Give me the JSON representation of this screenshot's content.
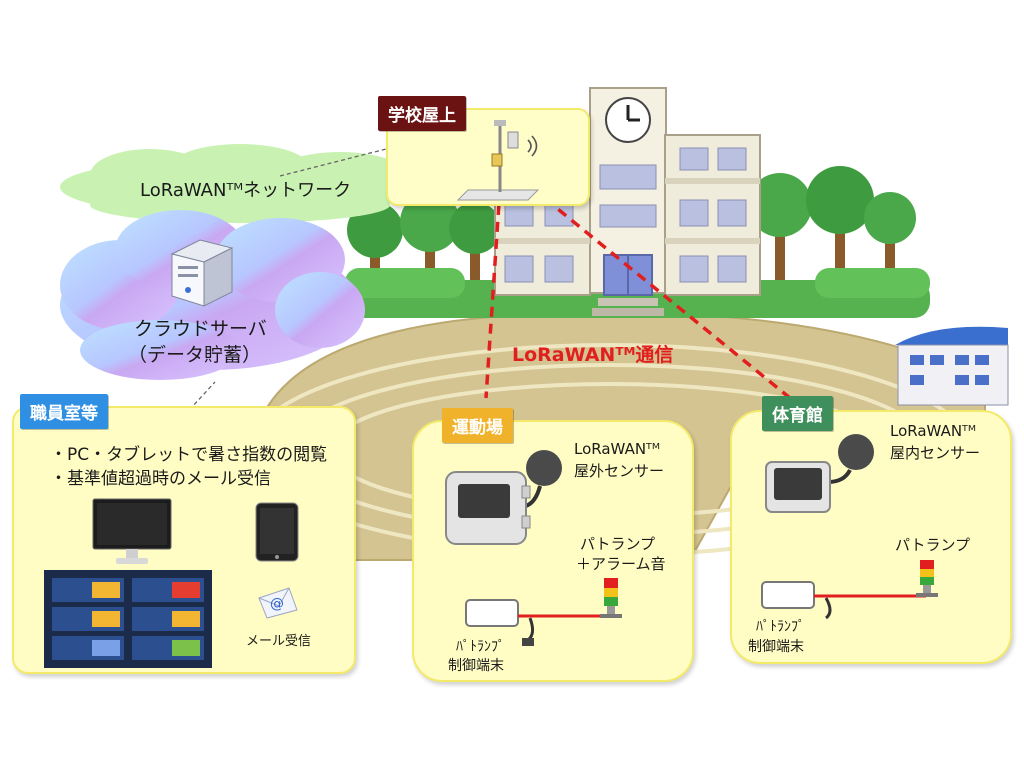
{
  "labels": {
    "rooftop": "学校屋上",
    "network": "LoRaWANᵀᴹネットワーク",
    "cloud_line1": "クラウドサーバ",
    "cloud_line2": "（データ貯蓄）",
    "comm": "LoRaWANᵀᴹ通信",
    "office": "職員室等",
    "office_bullet1": "・PC・タブレットで暑さ指数の閲覧",
    "office_bullet2": "・基準値超過時のメール受信",
    "mail": "メール受信",
    "field": "運動場",
    "field_sensor1": "LoRaWANᵀᴹ",
    "field_sensor2": "屋外センサー",
    "field_lamp1": "パトランプ",
    "field_lamp2": "＋アラーム音",
    "field_ctrl1": "ﾊﾟﾄﾗﾝﾌﾟ",
    "field_ctrl2": "制御端末",
    "gym": "体育館",
    "gym_sensor1": "LoRaWANᵀᴹ",
    "gym_sensor2": "屋内センサー",
    "gym_lamp": "パトランプ",
    "gym_ctrl1": "ﾊﾟﾄﾗﾝﾌﾟ",
    "gym_ctrl2": "制御端末"
  },
  "colors": {
    "rooftop_tag": "#6b1213",
    "office_tag": "#2f8fe3",
    "field_tag": "#f0b22a",
    "gym_tag": "#3f8f5c",
    "comm_line": "#e21f1f"
  }
}
